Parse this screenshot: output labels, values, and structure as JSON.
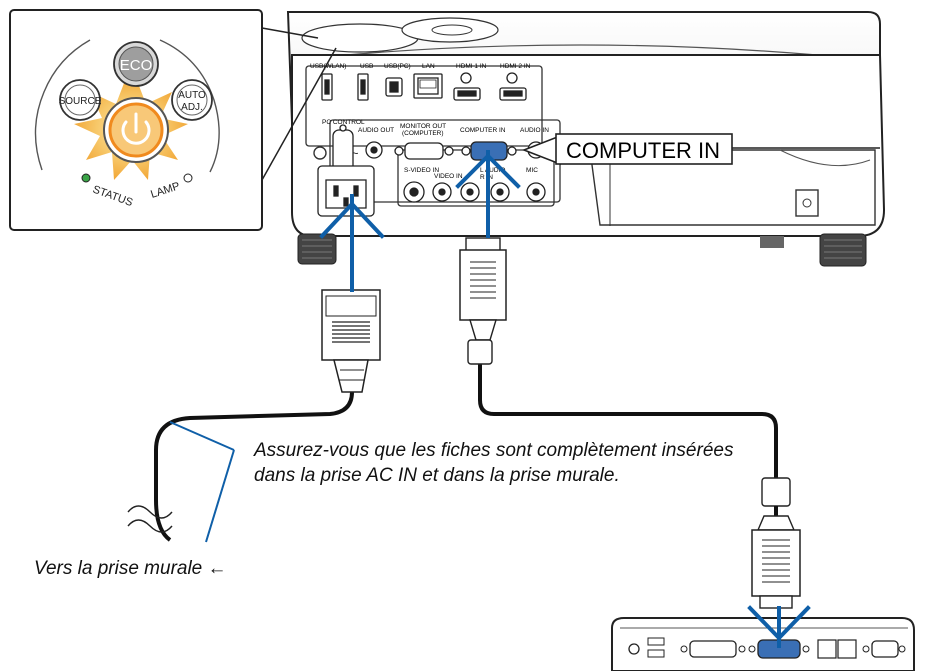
{
  "panel": {
    "eco": "ECO",
    "source": "SOURCE",
    "auto_adj_line1": "AUTO",
    "auto_adj_line2": "ADJ.",
    "status": "STATUS",
    "lamp": "LAMP"
  },
  "ports": {
    "usb_wlan": "USB(WLAN)",
    "usb": "USB",
    "usb_pc": "USB(PC)",
    "lan": "LAN",
    "hdmi1": "HDMI 1 IN",
    "hdmi2": "HDMI 2 IN",
    "pc_control": "PC CONTROL",
    "audio_out": "AUDIO OUT",
    "monitor_out_line1": "MONITOR OUT",
    "monitor_out_line2": "(COMPUTER)",
    "computer_in": "COMPUTER IN",
    "audio_in": "AUDIO IN",
    "s_video_in": "S-VIDEO IN",
    "video_in": "VIDEO IN",
    "audio_lr_line1": "L AUDIO",
    "audio_lr_line2": "R IN",
    "mic": "MIC",
    "ac_in": "~"
  },
  "callout": {
    "computer_in": "COMPUTER IN"
  },
  "notes": {
    "plug_instructions": "Assurez-vous que les fiches sont complètement insérées dans la prise AC IN et dans la prise murale.",
    "wall_outlet": "Vers la prise murale ←"
  },
  "colors": {
    "arrow": "#0f5fa8",
    "glow": "#f2b34a",
    "power": "#f08a1e",
    "status_led": "#3aa447"
  }
}
